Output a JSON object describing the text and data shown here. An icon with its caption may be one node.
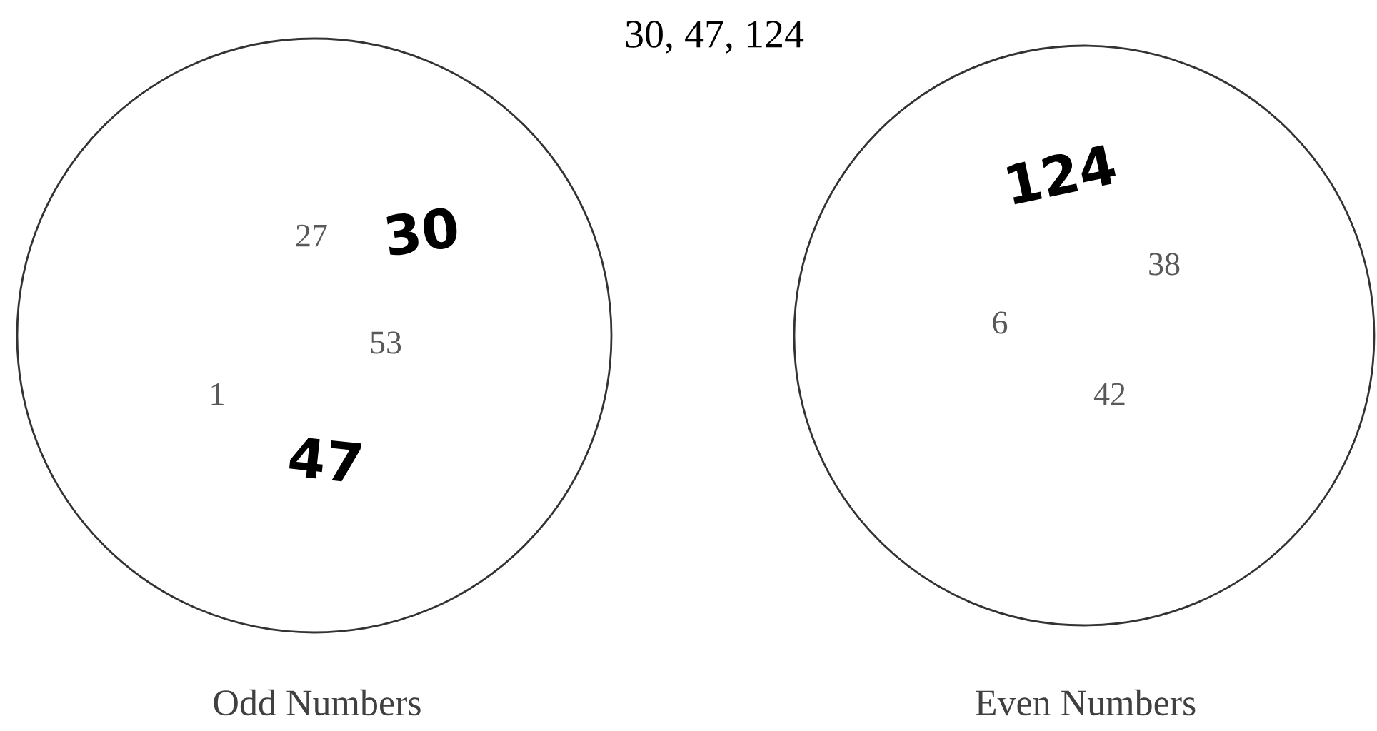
{
  "diagram": {
    "title": "30, 47, 124",
    "nodes": [
      {
        "text": [
          "Odd Numbers",
          "27",
          "30",
          "53",
          "1",
          "47"
        ]
      },
      {
        "text": [
          "Even Numbers",
          "124",
          "38",
          "6",
          "42"
        ]
      }
    ]
  }
}
